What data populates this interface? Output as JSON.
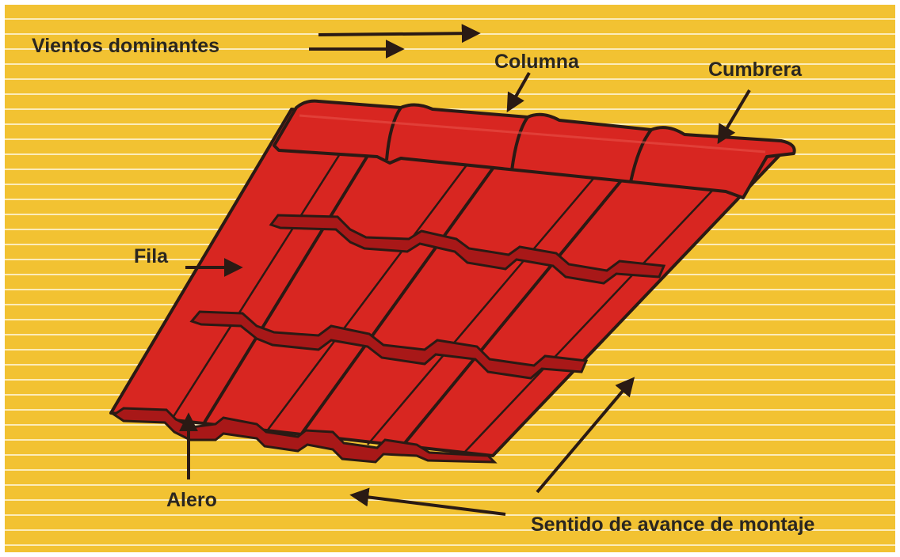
{
  "labels": {
    "vientos": "Vientos dominantes",
    "columna": "Columna",
    "cumbrera": "Cumbrera",
    "fila": "Fila",
    "alero": "Alero",
    "sentido": "Sentido de avance de montaje"
  },
  "colors": {
    "background": "#f2c232",
    "stripe": "#fffae8",
    "tile": "#d82621",
    "tile_shadow": "#a81818",
    "outline": "#2a1a14",
    "text": "#2a2620"
  },
  "roof": {
    "columns": 4,
    "rows": 3,
    "ridge_segments": 4
  }
}
